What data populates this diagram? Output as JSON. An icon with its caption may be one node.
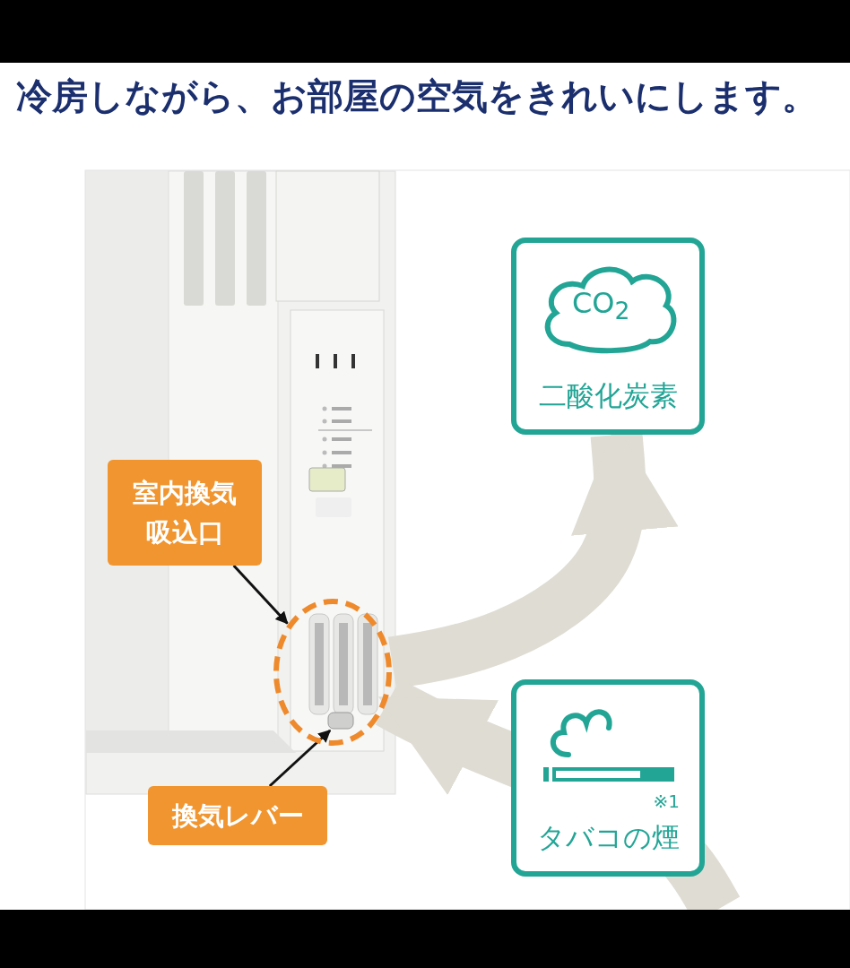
{
  "diagram": {
    "title": "冷房しながら、お部屋の空気をきれいにします。",
    "nodes": [
      {
        "text": [
          "CO$_{2}$",
          "二酸化炭素"
        ]
      },
      {
        "text": [
          "※1",
          "タバコの煙"
        ]
      },
      {
        "text": [
          "室内換気吸込口"
        ]
      },
      {
        "text": [
          "換気レバー"
        ]
      },
      {
        "text": [],
        "shape": "circle"
      },
      {
        "text": [],
        "shape": "box",
        "in": 4
      }
    ],
    "edges": [
      {
        "from": 4,
        "to": 0,
        "arrow": "to",
        "style": "thick",
        "color": "#dedcd3"
      },
      {
        "from": null,
        "to": 4,
        "arrow": "to",
        "style": "thick",
        "color": "#dedcd3"
      },
      {
        "from": 2,
        "to": 4,
        "arrow": "to",
        "color": "#111111"
      },
      {
        "from": 3,
        "to": 5,
        "arrow": "to",
        "color": "#111111"
      }
    ]
  }
}
